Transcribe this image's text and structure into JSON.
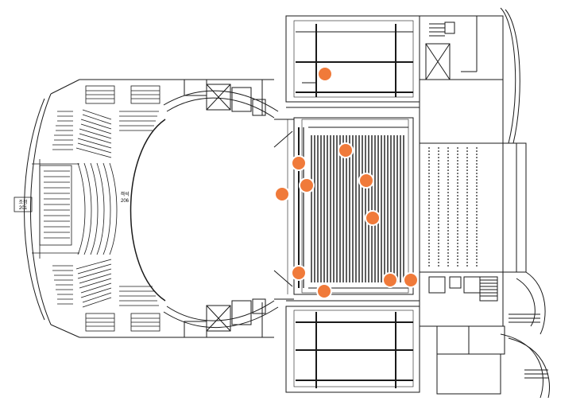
{
  "labels": {
    "left_box_top": "조정",
    "left_box_bottom": "201",
    "mid_label_top": "객석",
    "mid_label_bottom": "206"
  },
  "colors": {
    "line": "#1a1a1a",
    "marker": "#f07a3a",
    "marker_outline": "#ffffff",
    "background": "#ffffff"
  },
  "markers": {
    "count": 11
  }
}
